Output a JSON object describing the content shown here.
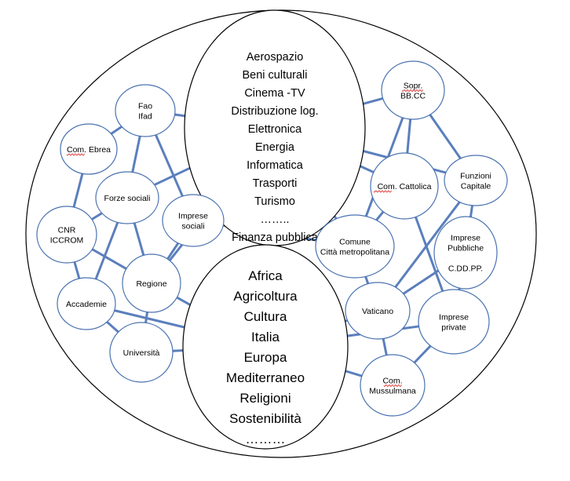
{
  "diagram": {
    "title": "",
    "colors": {
      "edge": "#5b7fbd",
      "node_border": "#4a72b0",
      "hub_border": "#000000"
    },
    "hubs": [
      {
        "id": "sectors",
        "lines": [
          "Aerospazio",
          "Beni culturali",
          "Cinema -TV",
          "Distribuzione log.",
          "Elettronica",
          "Energia",
          "Informatica",
          "Trasporti",
          "Turismo",
          "……..",
          "Finanza pubblica"
        ]
      },
      {
        "id": "themes",
        "lines": [
          "Africa",
          "Agricoltura",
          "Cultura",
          "Italia",
          "Europa",
          "Mediterraneo",
          "Religioni",
          "Sostenibilità",
          "………"
        ]
      }
    ],
    "nodes": [
      {
        "id": "fao",
        "lines": [
          "Fao",
          "Ifad"
        ]
      },
      {
        "id": "ebrea",
        "lines": [
          "Com. Ebrea"
        ]
      },
      {
        "id": "forze",
        "lines": [
          "Forze sociali"
        ]
      },
      {
        "id": "cnr",
        "lines": [
          "CNR",
          "ICCROM"
        ]
      },
      {
        "id": "impsoc",
        "lines": [
          "Imprese",
          "sociali"
        ]
      },
      {
        "id": "regione",
        "lines": [
          "Regione"
        ]
      },
      {
        "id": "accademie",
        "lines": [
          "Accademie"
        ]
      },
      {
        "id": "universita",
        "lines": [
          "Università"
        ]
      },
      {
        "id": "sopr",
        "lines": [
          "Sopr.",
          "BB.CC"
        ]
      },
      {
        "id": "cattolica",
        "lines": [
          "Com. Cattolica"
        ]
      },
      {
        "id": "funzioni",
        "lines": [
          "Funzioni",
          "Capitale"
        ]
      },
      {
        "id": "comune",
        "lines": [
          "Comune",
          "Città metropolitana"
        ]
      },
      {
        "id": "imppub",
        "lines": [
          "Imprese",
          "Pubbliche",
          "",
          "C.DD.PP."
        ]
      },
      {
        "id": "vaticano",
        "lines": [
          "Vaticano"
        ]
      },
      {
        "id": "imppriv",
        "lines": [
          "Imprese",
          "private"
        ]
      },
      {
        "id": "mussulmana",
        "lines": [
          "Com.",
          "Mussulmana"
        ]
      }
    ],
    "edges": [
      [
        "fao",
        "sectors"
      ],
      [
        "fao",
        "ebrea"
      ],
      [
        "fao",
        "forze"
      ],
      [
        "fao",
        "impsoc"
      ],
      [
        "ebrea",
        "cnr"
      ],
      [
        "forze",
        "sectors"
      ],
      [
        "forze",
        "cnr"
      ],
      [
        "forze",
        "regione"
      ],
      [
        "forze",
        "accademie"
      ],
      [
        "cnr",
        "regione"
      ],
      [
        "cnr",
        "accademie"
      ],
      [
        "impsoc",
        "regione"
      ],
      [
        "impsoc",
        "comune"
      ],
      [
        "regione",
        "sectors"
      ],
      [
        "regione",
        "themes"
      ],
      [
        "regione",
        "universita"
      ],
      [
        "accademie",
        "themes"
      ],
      [
        "accademie",
        "universita"
      ],
      [
        "universita",
        "themes"
      ],
      [
        "sopr",
        "sectors"
      ],
      [
        "sopr",
        "cattolica"
      ],
      [
        "sopr",
        "funzioni"
      ],
      [
        "sopr",
        "comune"
      ],
      [
        "sectors",
        "funzioni"
      ],
      [
        "sectors",
        "cattolica"
      ],
      [
        "sectors",
        "comune"
      ],
      [
        "cattolica",
        "comune"
      ],
      [
        "cattolica",
        "imppriv"
      ],
      [
        "funzioni",
        "vaticano"
      ],
      [
        "funzioni",
        "imppub"
      ],
      [
        "comune",
        "vaticano"
      ],
      [
        "imppub",
        "vaticano"
      ],
      [
        "imppub",
        "imppriv"
      ],
      [
        "vaticano",
        "themes"
      ],
      [
        "vaticano",
        "mussulmana"
      ],
      [
        "imppriv",
        "themes"
      ],
      [
        "imppriv",
        "mussulmana"
      ],
      [
        "mussulmana",
        "themes"
      ]
    ]
  }
}
